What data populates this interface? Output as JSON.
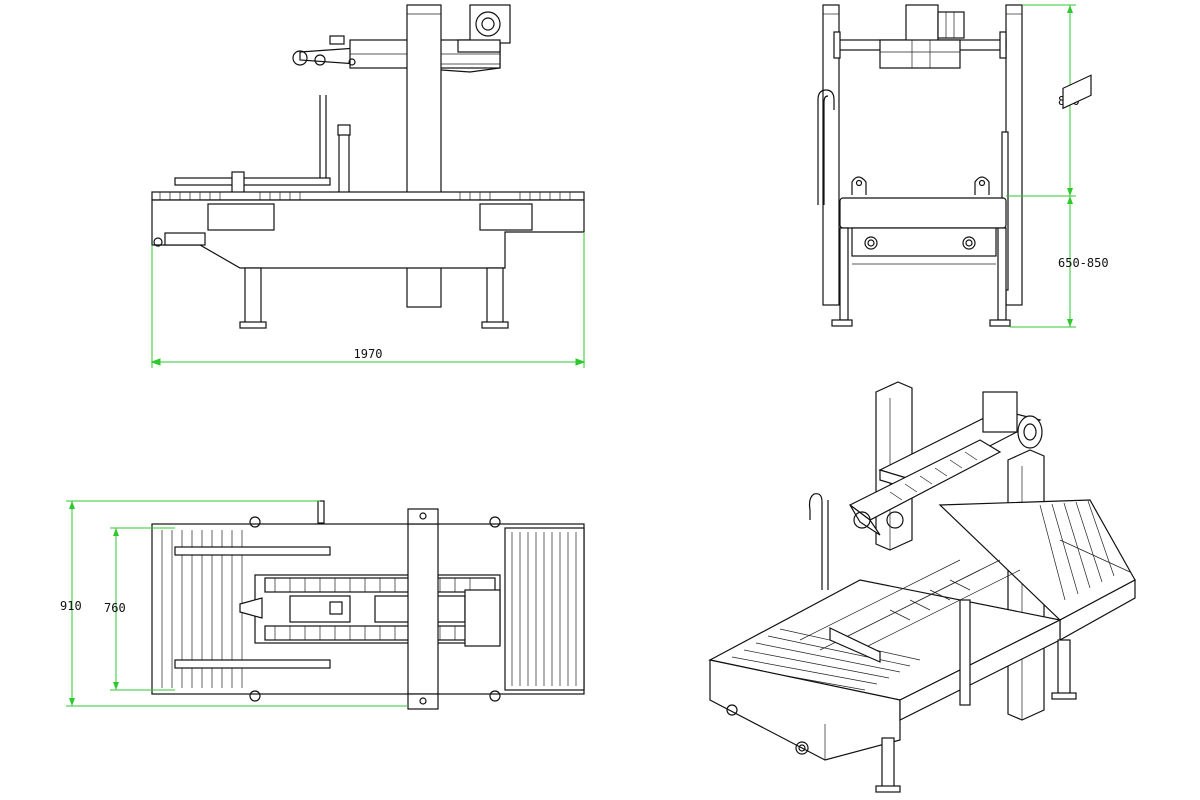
{
  "drawing": {
    "colors": {
      "line": "#111111",
      "dimension": "#2fc82f",
      "background": "#ffffff"
    },
    "dimensions": {
      "front_length": "1970",
      "side_upper_height": "880",
      "side_lower_height": "650-850",
      "top_total_width": "910",
      "top_inner_width": "760"
    }
  }
}
